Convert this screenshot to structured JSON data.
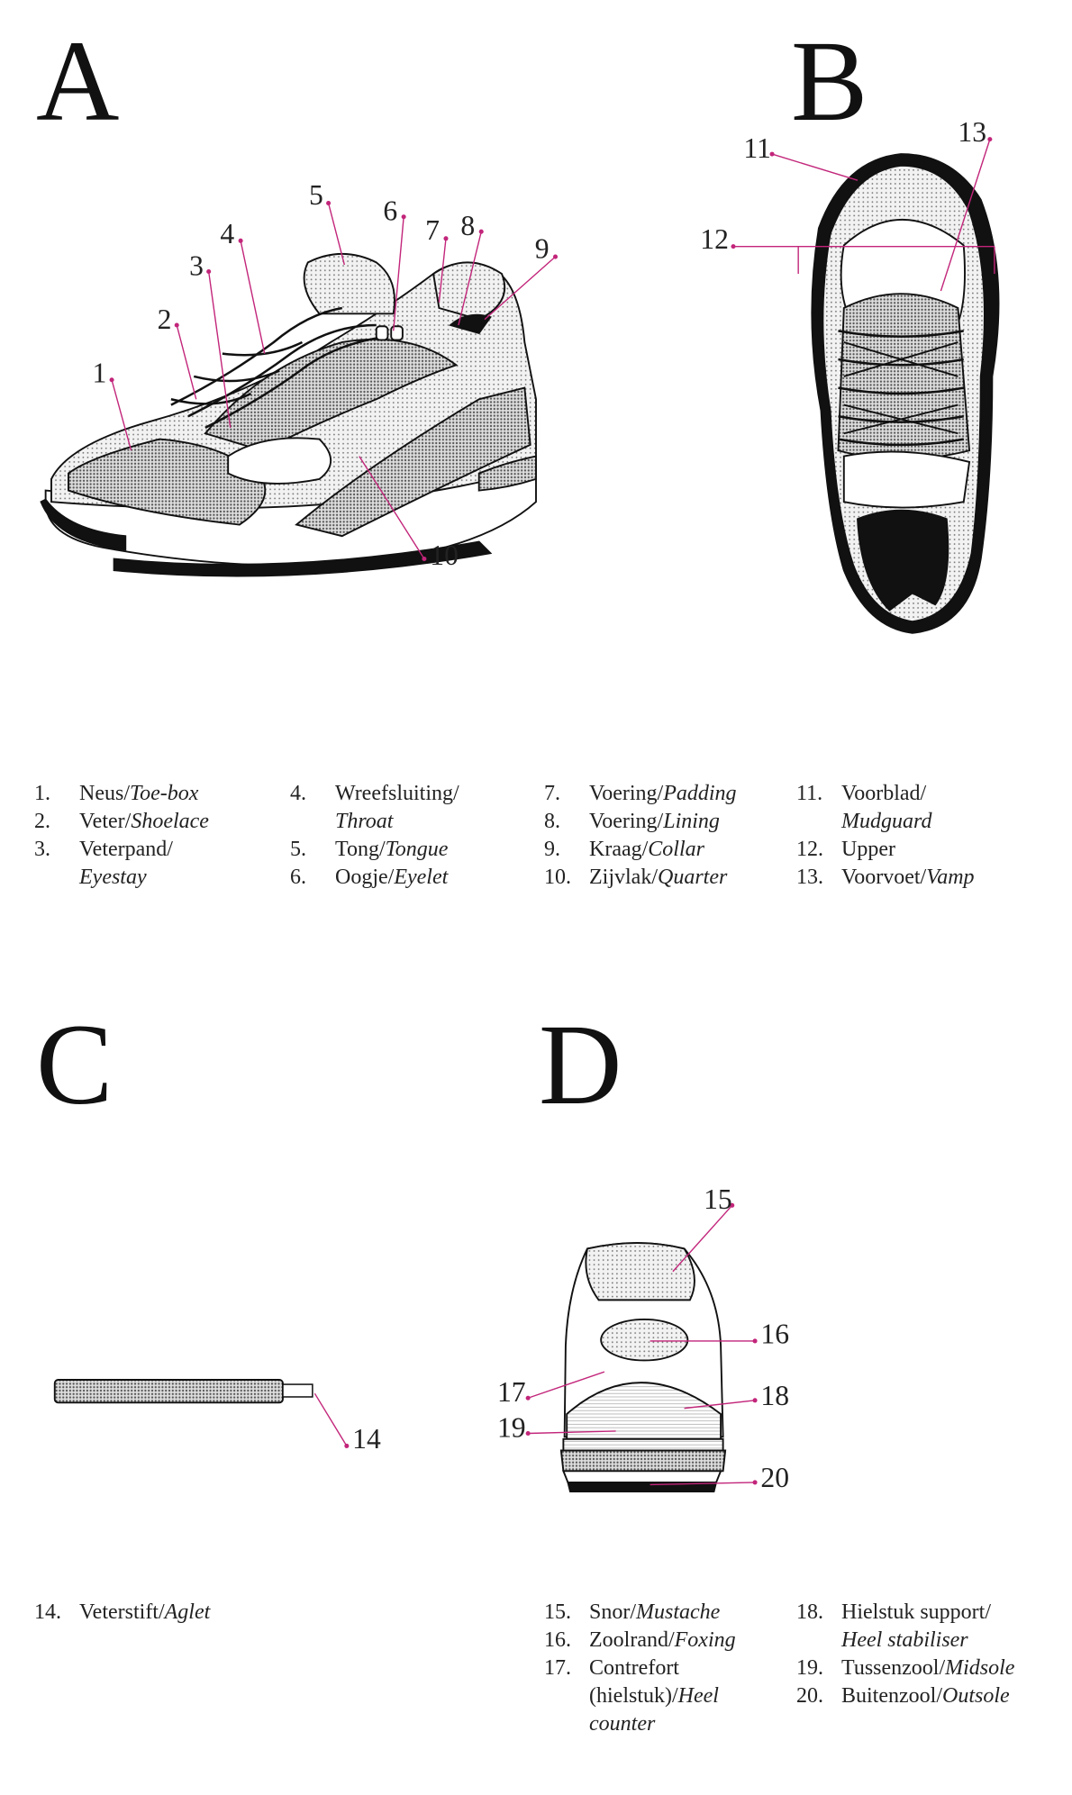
{
  "sections": {
    "a": "A",
    "b": "B",
    "c": "C",
    "d": "D"
  },
  "accent_color": "#c2257a",
  "callouts": [
    "1",
    "2",
    "3",
    "4",
    "5",
    "6",
    "7",
    "8",
    "9",
    "10",
    "11",
    "12",
    "13",
    "14",
    "15",
    "16",
    "17",
    "18",
    "19",
    "20"
  ],
  "legend_top": [
    {
      "num": "1.",
      "nl": "Neus/",
      "en": "Toe-box"
    },
    {
      "num": "2.",
      "nl": "Veter/",
      "en": "Shoelace"
    },
    {
      "num": "3.",
      "nl": "Veterpand/",
      "en": "Eyestay"
    },
    {
      "num": "4.",
      "nl": "Wreefsluiting/",
      "en": "Throat"
    },
    {
      "num": "5.",
      "nl": "Tong/",
      "en": "Tongue"
    },
    {
      "num": "6.",
      "nl": "Oogje/",
      "en": "Eyelet"
    },
    {
      "num": "7.",
      "nl": "Voering/",
      "en": "Padding"
    },
    {
      "num": "8.",
      "nl": "Voering/",
      "en": "Lining"
    },
    {
      "num": "9.",
      "nl": "Kraag/",
      "en": "Collar"
    },
    {
      "num": "10.",
      "nl": "Zijvlak/",
      "en": "Quarter"
    },
    {
      "num": "11.",
      "nl": "Voorblad/",
      "en": "Mudguard"
    },
    {
      "num": "12.",
      "nl": "Upper",
      "en": ""
    },
    {
      "num": "13.",
      "nl": "Voorvoet/",
      "en": "Vamp"
    }
  ],
  "legend_bottom": [
    {
      "num": "14.",
      "nl": "Veterstift/",
      "en": "Aglet"
    },
    {
      "num": "15.",
      "nl": "Snor/",
      "en": "Mustache"
    },
    {
      "num": "16.",
      "nl": "Zoolrand/",
      "en": "Foxing"
    },
    {
      "num": "17.",
      "nl": "Contrefort",
      "nl2": "(hielstuk)/",
      "en": "Heel",
      "en2": "counter"
    },
    {
      "num": "18.",
      "nl": "Hielstuk support/",
      "en": "Heel stabiliser"
    },
    {
      "num": "19.",
      "nl": "Tussenzool/",
      "en": "Midsole"
    },
    {
      "num": "20.",
      "nl": "Buitenzool/",
      "en": "Outsole"
    }
  ]
}
